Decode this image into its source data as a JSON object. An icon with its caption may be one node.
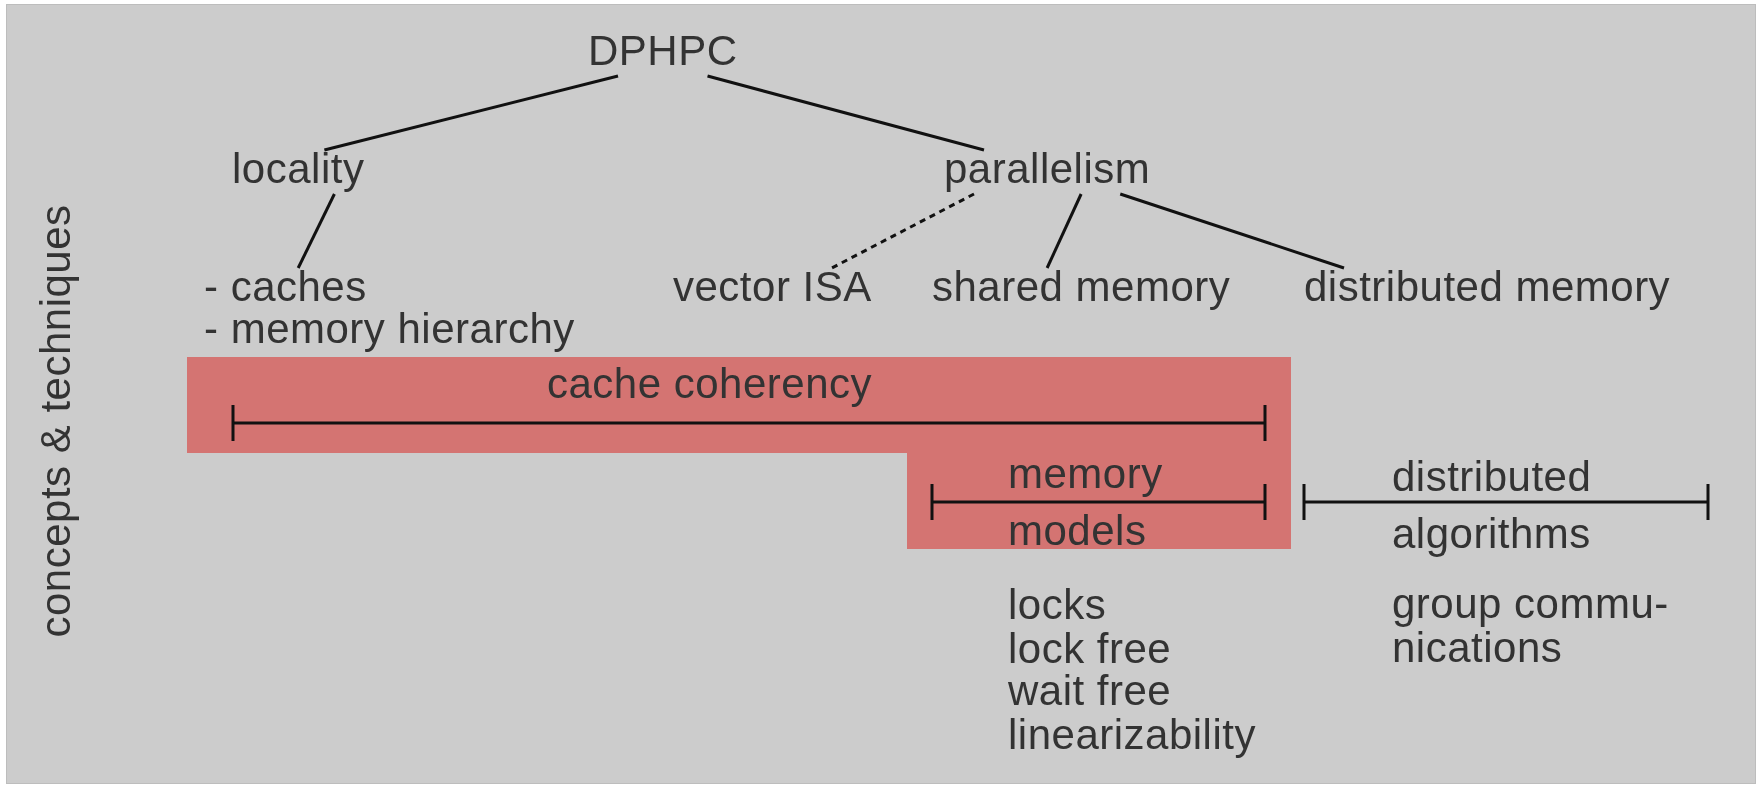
{
  "diagram": {
    "nodes": [
      {
        "text": [
          "DPHPC"
        ]
      },
      {
        "text": [
          "locality"
        ]
      },
      {
        "text": [
          "parallelism"
        ]
      },
      {
        "text": [
          "- caches",
          "- memory hierarchy"
        ]
      },
      {
        "text": [
          "vector ISA"
        ]
      },
      {
        "text": [
          "shared memory"
        ]
      },
      {
        "text": [
          "distributed memory"
        ]
      },
      {
        "text": [
          "cache coherency",
          "memory models"
        ]
      }
    ],
    "edges": [
      {
        "from": 0,
        "to": 1,
        "arrow": "none"
      },
      {
        "from": 0,
        "to": 2,
        "arrow": "none"
      },
      {
        "from": 1,
        "to": 3,
        "arrow": "none"
      },
      {
        "from": 2,
        "to": 4,
        "arrow": "none",
        "style": "dashed"
      },
      {
        "from": 2,
        "to": 5,
        "arrow": "none"
      },
      {
        "from": 2,
        "to": 6,
        "arrow": "none"
      }
    ],
    "labels": [
      "concepts & techniques",
      "distributed algorithms",
      "locks",
      "group commu- nications",
      "lock free",
      "wait free",
      "linearizability"
    ]
  }
}
